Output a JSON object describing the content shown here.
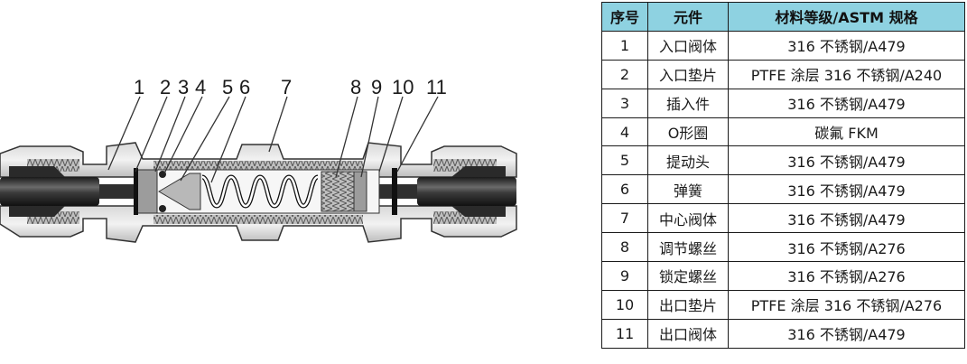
{
  "callouts": [
    "1",
    "2",
    "3",
    "4",
    "5",
    "6",
    "7",
    "8",
    "9",
    "10",
    "11"
  ],
  "table": {
    "headers": [
      "序号",
      "元件",
      "材料等级/ASTM 规格"
    ],
    "rows": [
      {
        "no": "1",
        "part": "入口阀体",
        "material": "316 不锈钢/A479"
      },
      {
        "no": "2",
        "part": "入口垫片",
        "material": "PTFE 涂层 316 不锈钢/A240"
      },
      {
        "no": "3",
        "part": "插入件",
        "material": "316 不锈钢/A479"
      },
      {
        "no": "4",
        "part": "O形圈",
        "material": "碳氟 FKM"
      },
      {
        "no": "5",
        "part": "提动头",
        "material": "316 不锈钢/A479"
      },
      {
        "no": "6",
        "part": "弹簧",
        "material": "316 不锈钢/A479"
      },
      {
        "no": "7",
        "part": "中心阀体",
        "material": "316 不锈钢/A479"
      },
      {
        "no": "8",
        "part": "调节螺丝",
        "material": "316 不锈钢/A276"
      },
      {
        "no": "9",
        "part": "锁定螺丝",
        "material": "316 不锈钢/A276"
      },
      {
        "no": "10",
        "part": "出口垫片",
        "material": "PTFE 涂层 316 不锈钢/A276"
      },
      {
        "no": "11",
        "part": "出口阀体",
        "material": "316 不锈钢/A479"
      }
    ]
  },
  "colors": {
    "header_fill": "#8ed2e1",
    "body_metal": "#c9c9c9",
    "tube_dark": "#2b2b2b",
    "spring": "#ffffff"
  }
}
